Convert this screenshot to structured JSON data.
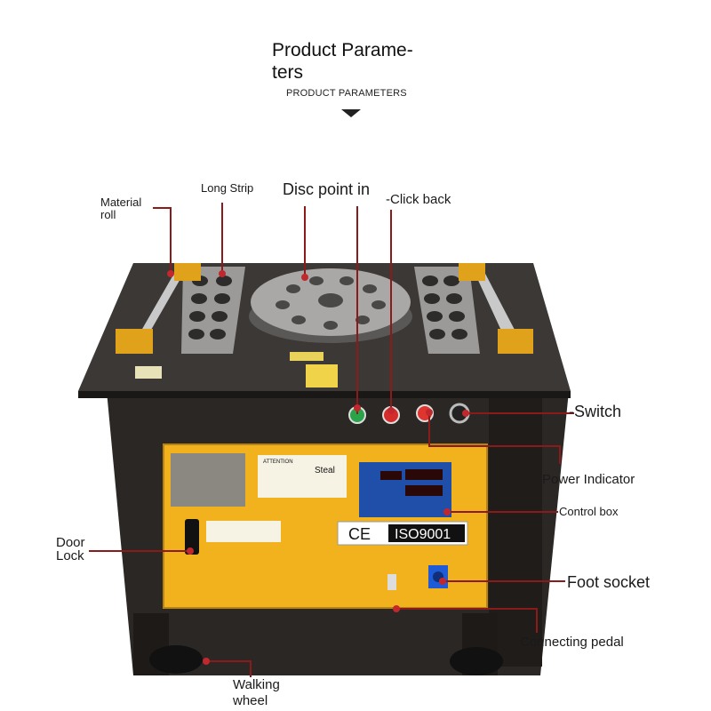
{
  "header": {
    "title": "Product Parame-\nters",
    "subtitle": "PRODUCT PARAMETERS"
  },
  "callouts": {
    "material_roll": "Material\nroll",
    "long_strip": "Long Strip",
    "disc_point_in": "Disc point in",
    "click_back": "-Click back",
    "switch": "-Switch",
    "power_indicator": "Power Indicator",
    "control_box": "Control box",
    "door_lock": "Door\nLock",
    "foot_socket": "Foot socket",
    "connecting_pedal": "Connecting pedal",
    "walking_wheel": "Walking\nwheel"
  },
  "machine_markings": {
    "attention_label": "ATTENTION",
    "steal_label": "Steal",
    "ce_mark": "CE",
    "iso_mark": "ISO9001"
  },
  "colors": {
    "callout_line": "#8b1a1a",
    "callout_dot": "#c0282d",
    "machine_body": "#2a2624",
    "door_panel": "#f2b21c",
    "table_top": "#3a3735",
    "control_display": "#1e4fa8"
  }
}
